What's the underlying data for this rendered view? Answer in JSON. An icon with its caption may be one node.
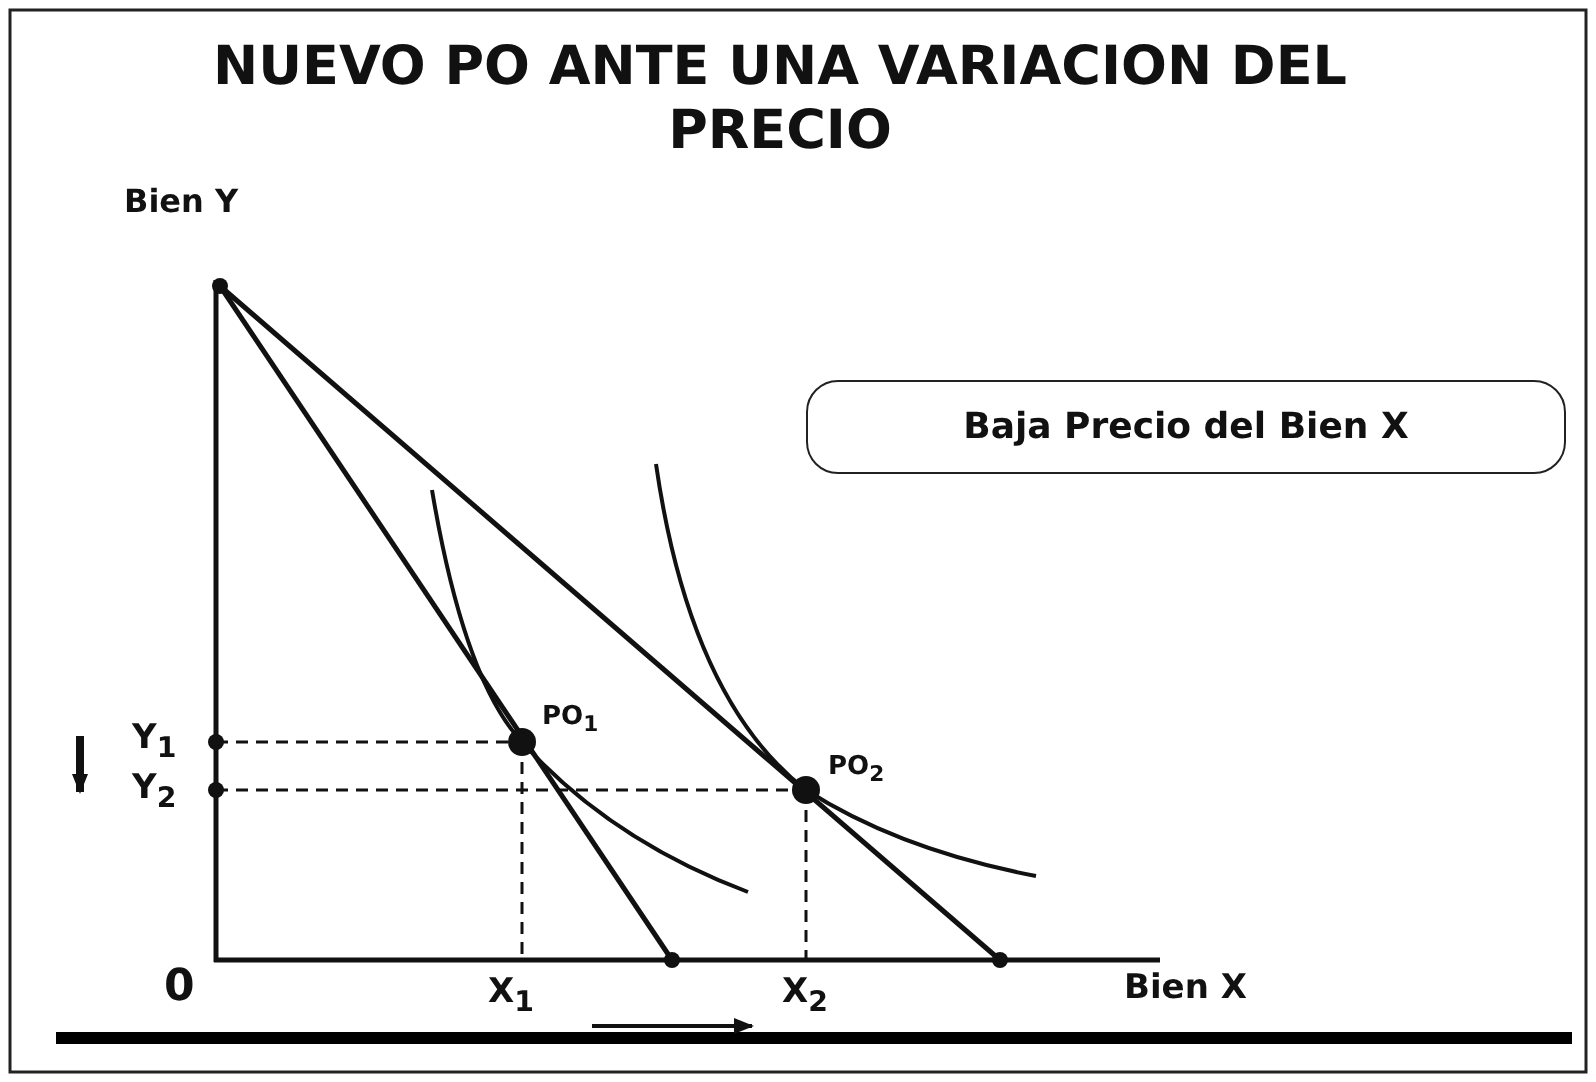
{
  "diagram": {
    "title": "NUEVO PO ANTE UNA VARIACION DEL PRECIO",
    "nodes": [
      {
        "text": [
          "Baja Precio del Bien X"
        ]
      }
    ],
    "edges": [],
    "labels": [
      "Bien Y",
      "Y$_{1}$",
      "PO$_{1}$",
      "PO$_{2}$",
      "Y$_{2}$",
      "0",
      "X$_{1}$",
      "X$_{2}$",
      "Bien X"
    ]
  }
}
